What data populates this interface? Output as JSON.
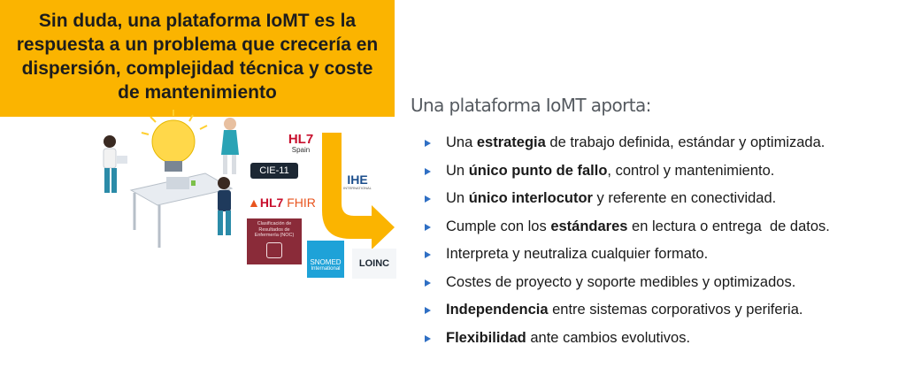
{
  "headline": "Sin duda, una plataforma IoMT es la respuesta a un problema que crecería en dispersión, complejidad técnica y coste de mantenimiento",
  "lead": "Una plataforma IoMT aporta:",
  "items": [
    {
      "pre": "Una ",
      "bold": "estrategia",
      "post": " de trabajo definida, estándar y optimizada."
    },
    {
      "pre": "Un ",
      "bold": "único punto de fallo",
      "post": ", control y mantenimiento."
    },
    {
      "pre": "Un ",
      "bold": "único interlocutor",
      "post": " y referente en conectividad."
    },
    {
      "pre": "Cumple con los ",
      "bold": "estándares",
      "post": " en lectura o entrega  de datos."
    },
    {
      "pre": "Interpreta y neutraliza cualquier formato.",
      "bold": "",
      "post": ""
    },
    {
      "pre": "Costes de proyecto y soporte medibles y optimizados.",
      "bold": "",
      "post": ""
    },
    {
      "pre": "",
      "bold": "Independencia",
      "post": " entre sistemas corporativos y periferia."
    },
    {
      "pre": "",
      "bold": "Flexibilidad",
      "post": " ante cambios evolutivos."
    }
  ],
  "logos": {
    "hl7_spain": {
      "main": "HL7",
      "sub": "Spain"
    },
    "cie": "CIE-11",
    "ihe": {
      "main": "IHE",
      "sub": "INTERNATIONAL"
    },
    "fhir": {
      "main": "HL7",
      "sub": "FHIR"
    },
    "noc": "Clasificación de Resultados de Enfermería (NOC)",
    "snomed": {
      "main": "SNOMED",
      "sub": "International"
    },
    "loinc": "LOINC"
  },
  "colors": {
    "headline_bg": "#fbb400",
    "arrow": "#fbb400",
    "bullet": "#2f6fc4",
    "noc_bg": "#8a2b39",
    "snomed_bg": "#1ea2d8"
  }
}
